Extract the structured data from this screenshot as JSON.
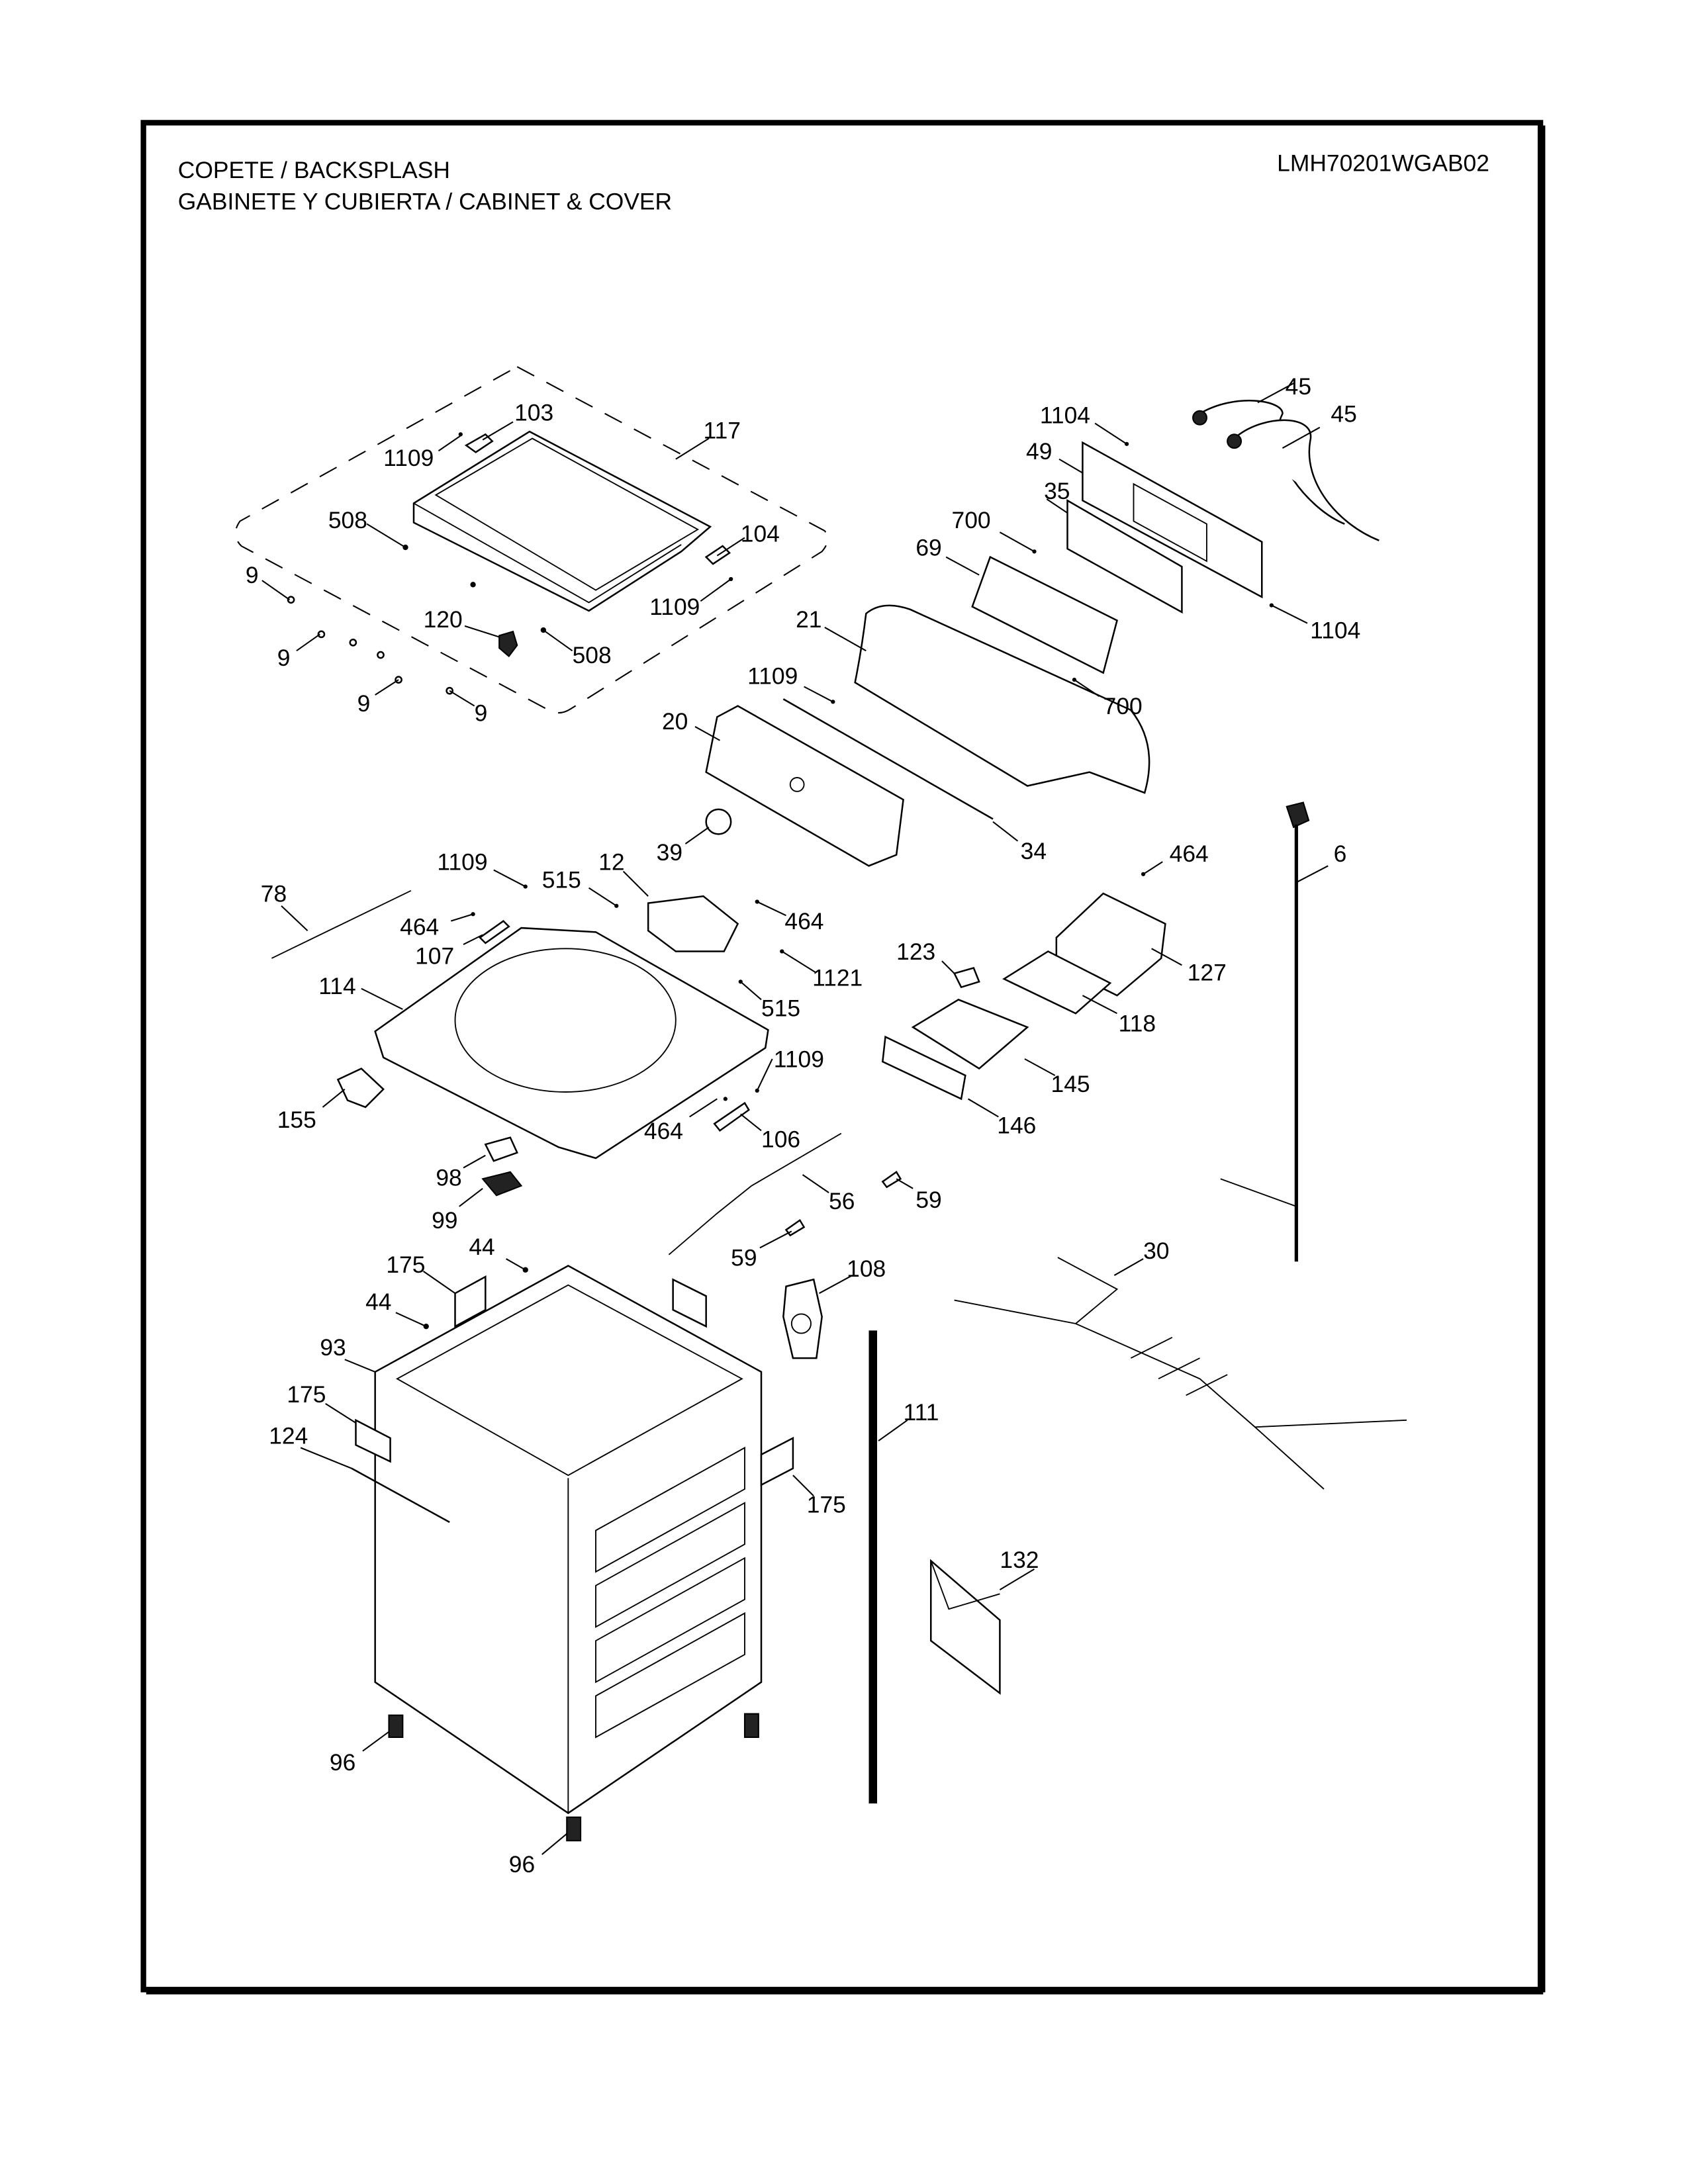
{
  "header": {
    "title_line1": "COPETE / BACKSPLASH",
    "title_line2": "GABINETE Y CUBIERTA / CABINET & COVER",
    "model_number": "LMH70201WGAB02"
  },
  "diagram": {
    "type": "exploded-parts-diagram",
    "subject": "Washer backsplash, cabinet and cover assembly",
    "callouts": [
      {
        "id": "c103",
        "label": "103"
      },
      {
        "id": "c117",
        "label": "117"
      },
      {
        "id": "c1109a",
        "label": "1109"
      },
      {
        "id": "c508a",
        "label": "508"
      },
      {
        "id": "c104",
        "label": "104"
      },
      {
        "id": "c9a",
        "label": "9"
      },
      {
        "id": "c1109b",
        "label": "1109"
      },
      {
        "id": "c120",
        "label": "120"
      },
      {
        "id": "c508b",
        "label": "508"
      },
      {
        "id": "c9b",
        "label": "9"
      },
      {
        "id": "c9c",
        "label": "9"
      },
      {
        "id": "c9d",
        "label": "9"
      },
      {
        "id": "c1104a",
        "label": "1104"
      },
      {
        "id": "c45a",
        "label": "45"
      },
      {
        "id": "c45b",
        "label": "45"
      },
      {
        "id": "c49",
        "label": "49"
      },
      {
        "id": "c35",
        "label": "35"
      },
      {
        "id": "c700a",
        "label": "700"
      },
      {
        "id": "c69",
        "label": "69"
      },
      {
        "id": "c1104b",
        "label": "1104"
      },
      {
        "id": "c21",
        "label": "21"
      },
      {
        "id": "c1109c",
        "label": "1109"
      },
      {
        "id": "c700b",
        "label": "700"
      },
      {
        "id": "c20",
        "label": "20"
      },
      {
        "id": "c39",
        "label": "39"
      },
      {
        "id": "c34",
        "label": "34"
      },
      {
        "id": "c1109d",
        "label": "1109"
      },
      {
        "id": "c515a",
        "label": "515"
      },
      {
        "id": "c12",
        "label": "12"
      },
      {
        "id": "c464a",
        "label": "464"
      },
      {
        "id": "c6",
        "label": "6"
      },
      {
        "id": "c78",
        "label": "78"
      },
      {
        "id": "c464b",
        "label": "464"
      },
      {
        "id": "c464c",
        "label": "464"
      },
      {
        "id": "c107",
        "label": "107"
      },
      {
        "id": "c1121",
        "label": "1121"
      },
      {
        "id": "c123",
        "label": "123"
      },
      {
        "id": "c127",
        "label": "127"
      },
      {
        "id": "c114",
        "label": "114"
      },
      {
        "id": "c515b",
        "label": "515"
      },
      {
        "id": "c118",
        "label": "118"
      },
      {
        "id": "c1109e",
        "label": "1109"
      },
      {
        "id": "c155",
        "label": "155"
      },
      {
        "id": "c145",
        "label": "145"
      },
      {
        "id": "c464d",
        "label": "464"
      },
      {
        "id": "c106",
        "label": "106"
      },
      {
        "id": "c146",
        "label": "146"
      },
      {
        "id": "c98",
        "label": "98"
      },
      {
        "id": "c56",
        "label": "56"
      },
      {
        "id": "c59a",
        "label": "59"
      },
      {
        "id": "c99",
        "label": "99"
      },
      {
        "id": "c59b",
        "label": "59"
      },
      {
        "id": "c175a",
        "label": "175"
      },
      {
        "id": "c44a",
        "label": "44"
      },
      {
        "id": "c108",
        "label": "108"
      },
      {
        "id": "c30",
        "label": "30"
      },
      {
        "id": "c44b",
        "label": "44"
      },
      {
        "id": "c93",
        "label": "93"
      },
      {
        "id": "c111",
        "label": "111"
      },
      {
        "id": "c175b",
        "label": "175"
      },
      {
        "id": "c124",
        "label": "124"
      },
      {
        "id": "c175c",
        "label": "175"
      },
      {
        "id": "c132",
        "label": "132"
      },
      {
        "id": "c96a",
        "label": "96"
      },
      {
        "id": "c96b",
        "label": "96"
      }
    ]
  }
}
